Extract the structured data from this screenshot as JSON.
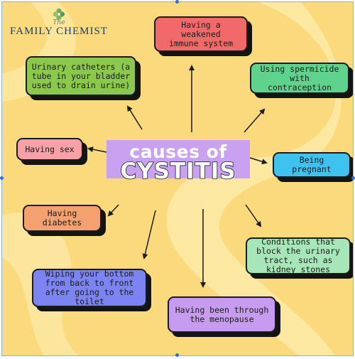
{
  "logo": {
    "script_word": "The",
    "brand": "FAMILY CHEMIST",
    "icon": "cross-leaf-icon"
  },
  "title": {
    "line1": "causes of",
    "line2": "CYSTITIS"
  },
  "causes": [
    {
      "id": "weakened-immune",
      "text": "Having a weakened\nimmune system",
      "color": "#f06a6a"
    },
    {
      "id": "catheters",
      "text": "Urinary catheters (a\ntube in your bladder\nused to drain urine)",
      "color": "#8cc84b"
    },
    {
      "id": "spermicide",
      "text": "Using spermicide\nwith contraception",
      "color": "#5fd38d"
    },
    {
      "id": "having-sex",
      "text": "Having sex",
      "color": "#f7a1a6"
    },
    {
      "id": "pregnant",
      "text": "Being pregnant",
      "color": "#3ec3f0"
    },
    {
      "id": "diabetes",
      "text": "Having diabetes",
      "color": "#f5a070"
    },
    {
      "id": "urinary-block",
      "text": "Conditions that\nblock the urinary\ntract, such as\nkidney stones",
      "color": "#a6e6b8"
    },
    {
      "id": "wiping",
      "text": "Wiping your bottom\nfrom back to front\nafter going to the toilet",
      "color": "#7c84f2"
    },
    {
      "id": "menopause",
      "text": "Having been through\nthe menopause",
      "color": "#c79cf0"
    }
  ],
  "colors": {
    "background": "#fbd97d",
    "swirl": "#fde9a6",
    "title_box": "#c8a2f0",
    "outline": "#1b1b1b"
  }
}
